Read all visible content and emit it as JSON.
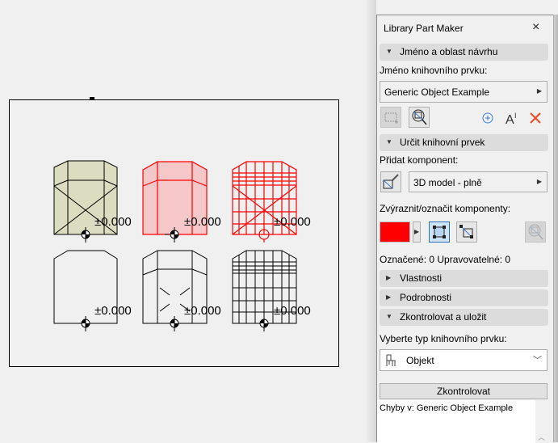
{
  "canvas": {
    "elevation_labels": [
      "±0.000",
      "±0.000",
      "±0.000",
      "±0.000",
      "±0.000",
      "±0.000"
    ],
    "colors": {
      "shaded_fill": "#dcdcc0",
      "highlight": "#ff0000",
      "highlight_fill": "#f4c8c8"
    }
  },
  "panel": {
    "title": "Library Part Maker",
    "close_icon": "×",
    "sections": {
      "name": {
        "label": "Jméno a oblast návrhu",
        "expanded": true
      },
      "define": {
        "label": "Určit knihovní prvek",
        "expanded": true
      },
      "properties": {
        "label": "Vlastnosti",
        "expanded": false
      },
      "details": {
        "label": "Podrobnosti",
        "expanded": false
      },
      "check": {
        "label": "Zkontrolovat a uložit",
        "expanded": true
      }
    },
    "name_label": "Jméno knihovního prvku:",
    "name_value": "Generic Object Example",
    "add_component_label": "Přidat komponent:",
    "component_value": "3D model - plně",
    "highlight_label": "Zvýraznit/označit komponenty:",
    "highlight_color": "#ff0000",
    "status": "Označené: 0 Upravovatelné: 0",
    "type_label": "Vyberte typ knihovního prvku:",
    "type_value": "Objekt",
    "check_button": "Zkontrolovat",
    "errors_text": "Chyby v: Generic Object Example",
    "triangle_expanded": "▼",
    "triangle_collapsed": "▶",
    "arrow_right": "▶",
    "chevron_down": "﹀",
    "scroll_up": "︿"
  }
}
